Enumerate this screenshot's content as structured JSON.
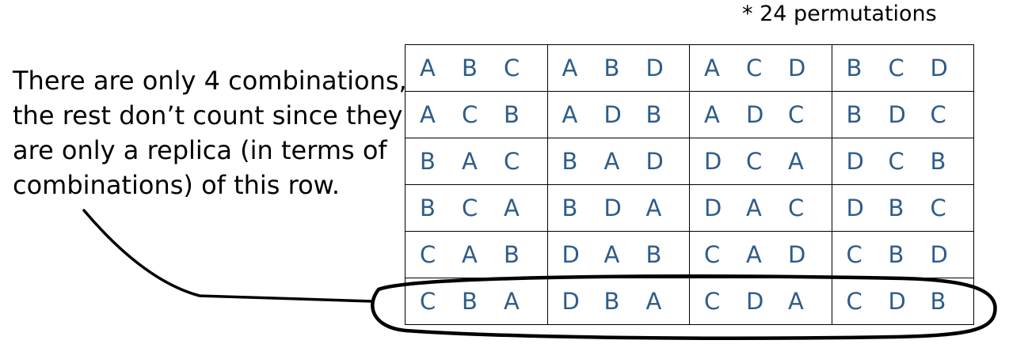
{
  "note": "* 24 permutations",
  "explanation": {
    "lines": [
      "There are only 4 combinations,",
      "the rest don’t count since they",
      "are only a replica (in terms of",
      "combinations) of this row."
    ]
  },
  "table": {
    "rows": [
      [
        [
          "A",
          "B",
          "C"
        ],
        [
          "A",
          "B",
          "D"
        ],
        [
          "A",
          "C",
          "D"
        ],
        [
          "B",
          "C",
          "D"
        ]
      ],
      [
        [
          "A",
          "C",
          "B"
        ],
        [
          "A",
          "D",
          "B"
        ],
        [
          "A",
          "D",
          "C"
        ],
        [
          "B",
          "D",
          "C"
        ]
      ],
      [
        [
          "B",
          "A",
          "C"
        ],
        [
          "B",
          "A",
          "D"
        ],
        [
          "D",
          "C",
          "A"
        ],
        [
          "D",
          "C",
          "B"
        ]
      ],
      [
        [
          "B",
          "C",
          "A"
        ],
        [
          "B",
          "D",
          "A"
        ],
        [
          "D",
          "A",
          "C"
        ],
        [
          "D",
          "B",
          "C"
        ]
      ],
      [
        [
          "C",
          "A",
          "B"
        ],
        [
          "D",
          "A",
          "B"
        ],
        [
          "C",
          "A",
          "D"
        ],
        [
          "C",
          "B",
          "D"
        ]
      ],
      [
        [
          "C",
          "B",
          "A"
        ],
        [
          "D",
          "B",
          "A"
        ],
        [
          "C",
          "D",
          "A"
        ],
        [
          "C",
          "D",
          "B"
        ]
      ]
    ],
    "highlighted_row": 5,
    "letter_color": "#2e5c8a"
  }
}
